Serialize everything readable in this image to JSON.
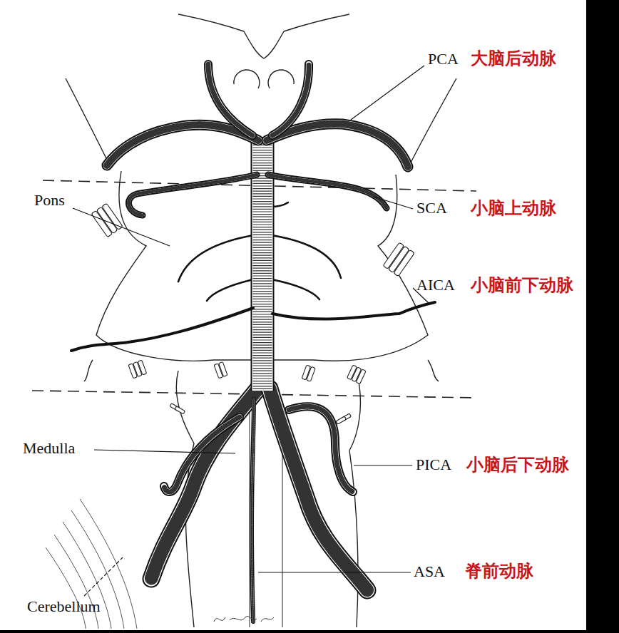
{
  "diagram": {
    "labels": [
      "PCA",
      "大脑后动脉",
      "Pons",
      "SCA",
      "小脑上动脉",
      "AICA",
      "小脑前下动脉",
      "Medulla",
      "PICA",
      "小脑后下动脉",
      "ASA",
      "脊前动脉",
      "Cerebellum"
    ]
  }
}
